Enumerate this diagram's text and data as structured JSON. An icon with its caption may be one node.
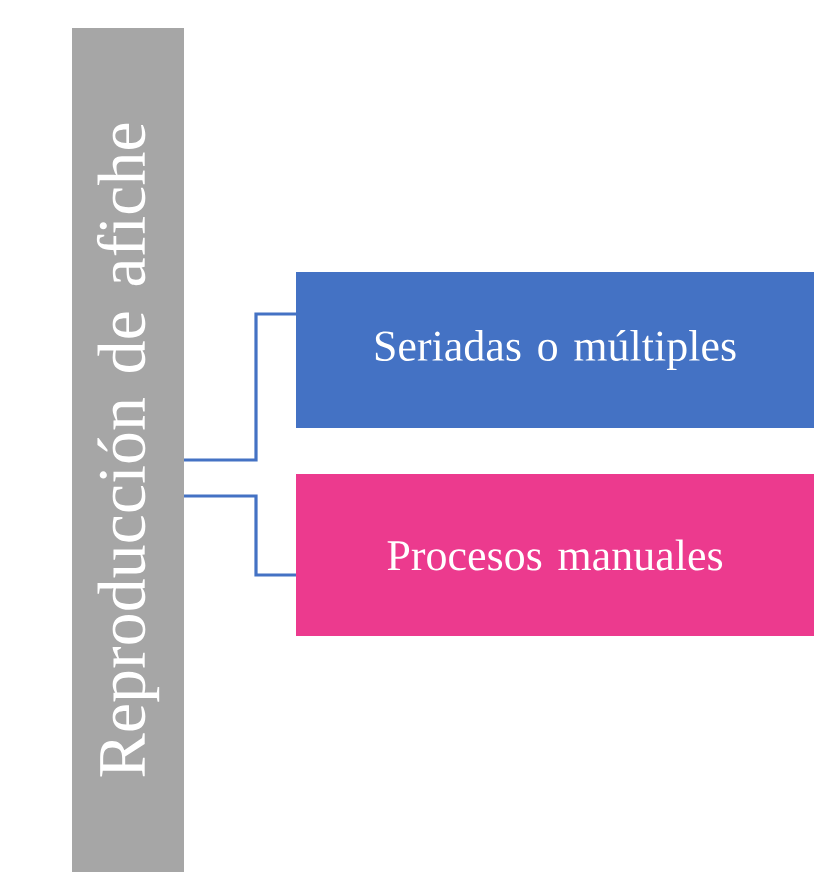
{
  "diagram": {
    "nodes": [
      {
        "text": [
          "Reproducción de afiche"
        ]
      },
      {
        "text": [
          "Seriadas o múltiples"
        ]
      },
      {
        "text": [
          "Procesos manuales"
        ]
      }
    ],
    "edges": [
      {
        "from": 0,
        "to": 1,
        "arrow": "none"
      },
      {
        "from": 0,
        "to": 2,
        "arrow": "none"
      }
    ]
  }
}
